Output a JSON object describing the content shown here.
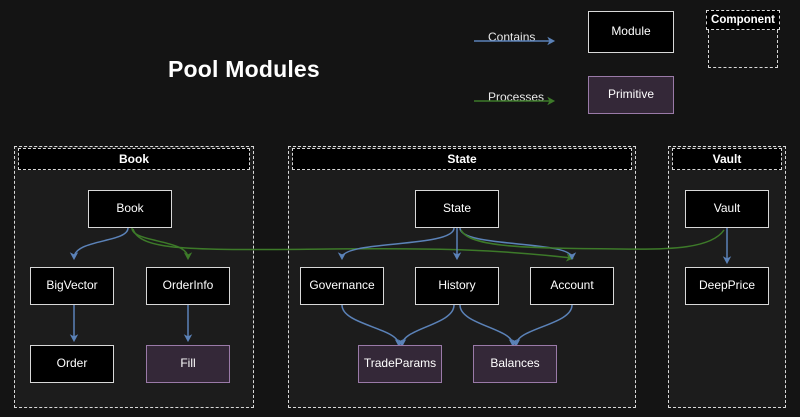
{
  "title": "Pool Modules",
  "colors": {
    "background": "#141414",
    "section_fill": "#1c1c1c",
    "module_fill": "#000000",
    "module_border": "#d8d8d8",
    "primitive_fill": "#342838",
    "primitive_border": "#9a7aa8",
    "contains_arrow": "#5b82b8",
    "processes_arrow": "#3d7a29",
    "text": "#ffffff"
  },
  "legend": {
    "contains_label": "Contains",
    "processes_label": "Processes",
    "module_label": "Module",
    "primitive_label": "Primitive",
    "component_label": "Component"
  },
  "sections": [
    {
      "label": "Book"
    },
    {
      "label": "State"
    },
    {
      "label": "Vault"
    }
  ],
  "nodes": [
    {
      "label": "Book",
      "type": "module",
      "section": "Book"
    },
    {
      "label": "BigVector",
      "type": "module",
      "section": "Book"
    },
    {
      "label": "OrderInfo",
      "type": "module",
      "section": "Book"
    },
    {
      "label": "Order",
      "type": "module",
      "section": "Book"
    },
    {
      "label": "Fill",
      "type": "primitive",
      "section": "Book"
    },
    {
      "label": "State",
      "type": "module",
      "section": "State"
    },
    {
      "label": "Governance",
      "type": "module",
      "section": "State"
    },
    {
      "label": "History",
      "type": "module",
      "section": "State"
    },
    {
      "label": "Account",
      "type": "module",
      "section": "State"
    },
    {
      "label": "TradeParams",
      "type": "primitive",
      "section": "State"
    },
    {
      "label": "Balances",
      "type": "primitive",
      "section": "State"
    },
    {
      "label": "Vault",
      "type": "module",
      "section": "Vault"
    },
    {
      "label": "DeepPrice",
      "type": "module",
      "section": "Vault"
    }
  ],
  "edges": [
    {
      "from": "Book",
      "to": "BigVector",
      "kind": "contains"
    },
    {
      "from": "BigVector",
      "to": "Order",
      "kind": "contains"
    },
    {
      "from": "OrderInfo",
      "to": "Fill",
      "kind": "contains"
    },
    {
      "from": "Book",
      "to": "OrderInfo",
      "kind": "processes"
    },
    {
      "from": "Book",
      "to": "Account",
      "kind": "processes"
    },
    {
      "from": "State",
      "to": "Governance",
      "kind": "contains"
    },
    {
      "from": "State",
      "to": "History",
      "kind": "contains"
    },
    {
      "from": "State",
      "to": "Account",
      "kind": "contains"
    },
    {
      "from": "Governance",
      "to": "TradeParams",
      "kind": "contains"
    },
    {
      "from": "History",
      "to": "TradeParams",
      "kind": "contains"
    },
    {
      "from": "History",
      "to": "Balances",
      "kind": "contains"
    },
    {
      "from": "Account",
      "to": "Balances",
      "kind": "contains"
    },
    {
      "from": "State",
      "to": "Vault",
      "kind": "processes"
    },
    {
      "from": "Vault",
      "to": "DeepPrice",
      "kind": "contains"
    }
  ]
}
